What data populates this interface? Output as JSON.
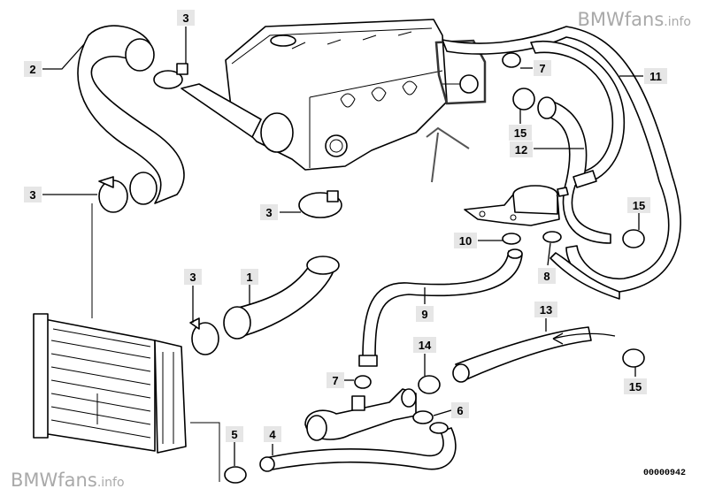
{
  "watermark": {
    "brand": "BMWfans",
    "suffix": ".info"
  },
  "diagram_code": "00000942",
  "callouts": [
    {
      "id": "c2",
      "text": "2"
    },
    {
      "id": "c3a",
      "text": "3"
    },
    {
      "id": "c3b",
      "text": "3"
    },
    {
      "id": "c3c",
      "text": "3"
    },
    {
      "id": "c3d",
      "text": "3"
    },
    {
      "id": "c1",
      "text": "1"
    },
    {
      "id": "c7a",
      "text": "7"
    },
    {
      "id": "c11",
      "text": "11"
    },
    {
      "id": "c15a",
      "text": "15"
    },
    {
      "id": "c12",
      "text": "12"
    },
    {
      "id": "c15b",
      "text": "15"
    },
    {
      "id": "c10",
      "text": "10"
    },
    {
      "id": "c8",
      "text": "8"
    },
    {
      "id": "c9",
      "text": "9"
    },
    {
      "id": "c13",
      "text": "13"
    },
    {
      "id": "c14",
      "text": "14"
    },
    {
      "id": "c7b",
      "text": "7"
    },
    {
      "id": "c6",
      "text": "6"
    },
    {
      "id": "c15c",
      "text": "15"
    },
    {
      "id": "c5",
      "text": "5"
    },
    {
      "id": "c4",
      "text": "4"
    }
  ]
}
